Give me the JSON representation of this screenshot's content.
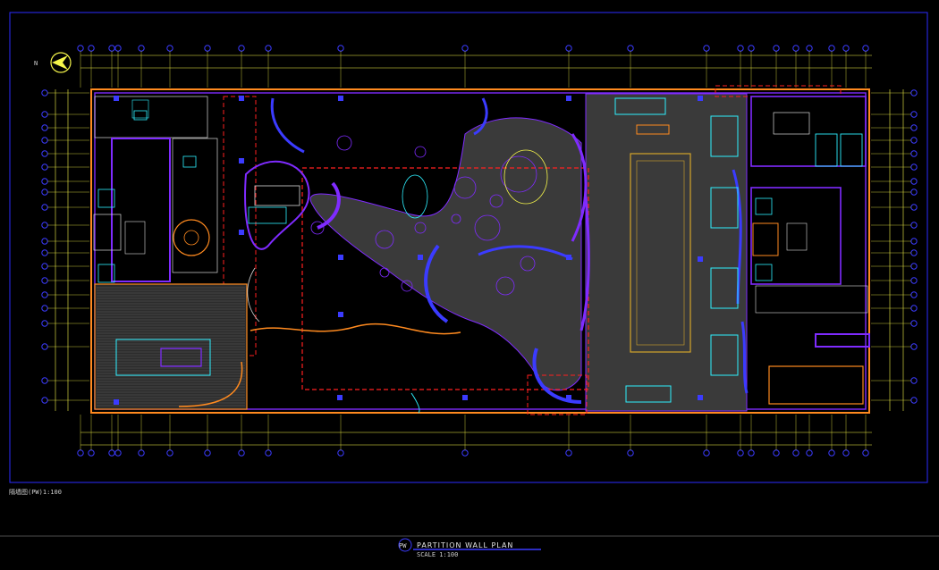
{
  "drawing": {
    "sheet_label": "隔墙图(PW)1:100",
    "title_tag": "PW",
    "title": "PARTITION WALL PLAN",
    "subtitle": "SCALE 1:100",
    "north": "N",
    "colors": {
      "border": "#2b2bff",
      "wall_purple": "#7f2bff",
      "wall_blue": "#3b3bff",
      "orange": "#ff8a1f",
      "yellow": "#f5f54a",
      "red_dashed": "#ff2020",
      "cyan": "#2ef0ff",
      "gray_fill": "#3a3a3a",
      "white": "#d9d9d9"
    }
  }
}
